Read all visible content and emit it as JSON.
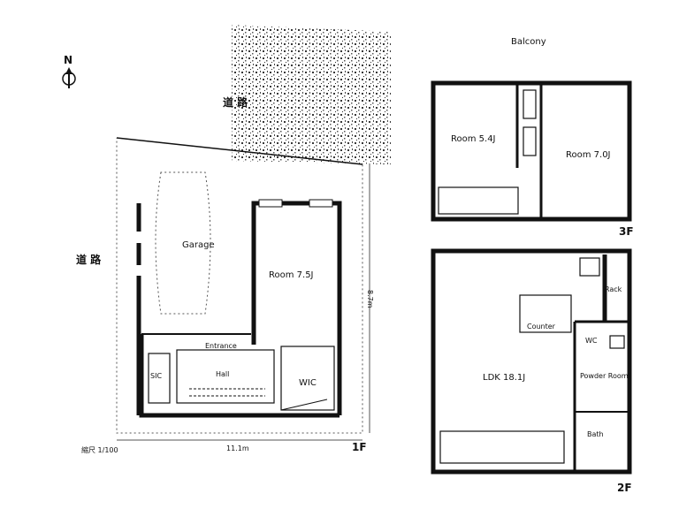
{
  "compass": {
    "north_label": "N"
  },
  "street_north": {
    "label": "道 路"
  },
  "street_west": {
    "label": "道 路"
  },
  "floor1": {
    "floor_label": "1F",
    "rooms": {
      "garage": "Garage",
      "room_main": "Room 7.5J",
      "entrance": "Entrance",
      "hall": "Hall",
      "sic": "SIC",
      "wic": "WIC"
    },
    "bottom_dimension": "11.1m",
    "right_dimension": "8.7m",
    "scale_note": "縮尺 1/100"
  },
  "floor2": {
    "floor_label": "2F",
    "rooms": {
      "ldk": "LDK 18.1J",
      "rack": "Rack",
      "counter": "Counter",
      "powder": "Powder Room",
      "bath": "Bath",
      "wc": "WC"
    }
  },
  "floor3": {
    "floor_label": "3F",
    "balcony": "Balcony",
    "rooms": {
      "room_a": "Room 5.4J",
      "room_b": "Room 7.0J"
    }
  }
}
